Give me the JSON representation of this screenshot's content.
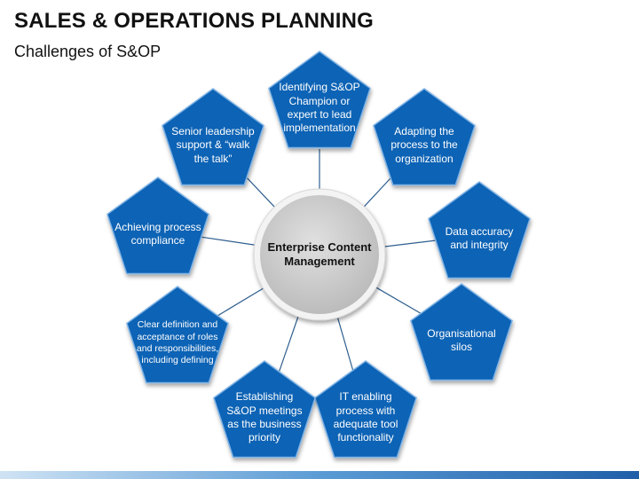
{
  "header": {
    "title": "SALES & OPERATIONS PLANNING",
    "subtitle": "Challenges of S&OP"
  },
  "center": {
    "label": "Enterprise Content Management"
  },
  "challenges": [
    {
      "name": "challenge-identifying-champion",
      "label": "Identifying S&OP Champion or expert to lead implementation"
    },
    {
      "name": "challenge-adapting-process",
      "label": "Adapting the process to the organization"
    },
    {
      "name": "challenge-data-accuracy",
      "label": "Data accuracy and integrity"
    },
    {
      "name": "challenge-organisational-silos",
      "label": "Organisational silos"
    },
    {
      "name": "challenge-it-enabling",
      "label": "IT enabling process with adequate tool functionality"
    },
    {
      "name": "challenge-establishing-meetings",
      "label": "Establishing S&OP meetings as the business priority"
    },
    {
      "name": "challenge-clear-definition",
      "label": "Clear definition and acceptance of roles and responsibilities, including defining"
    },
    {
      "name": "challenge-process-compliance",
      "label": "Achieving process compliance"
    },
    {
      "name": "challenge-senior-leadership",
      "label": "Senior leadership support & “walk the talk”"
    }
  ],
  "colors": {
    "pentagon_fill": "#0e63b5",
    "pentagon_stroke": "#7fb3e6",
    "connector": "#2f5f8f",
    "center_fill": "#c9c9c9",
    "center_ring": "#f2f2f2"
  }
}
